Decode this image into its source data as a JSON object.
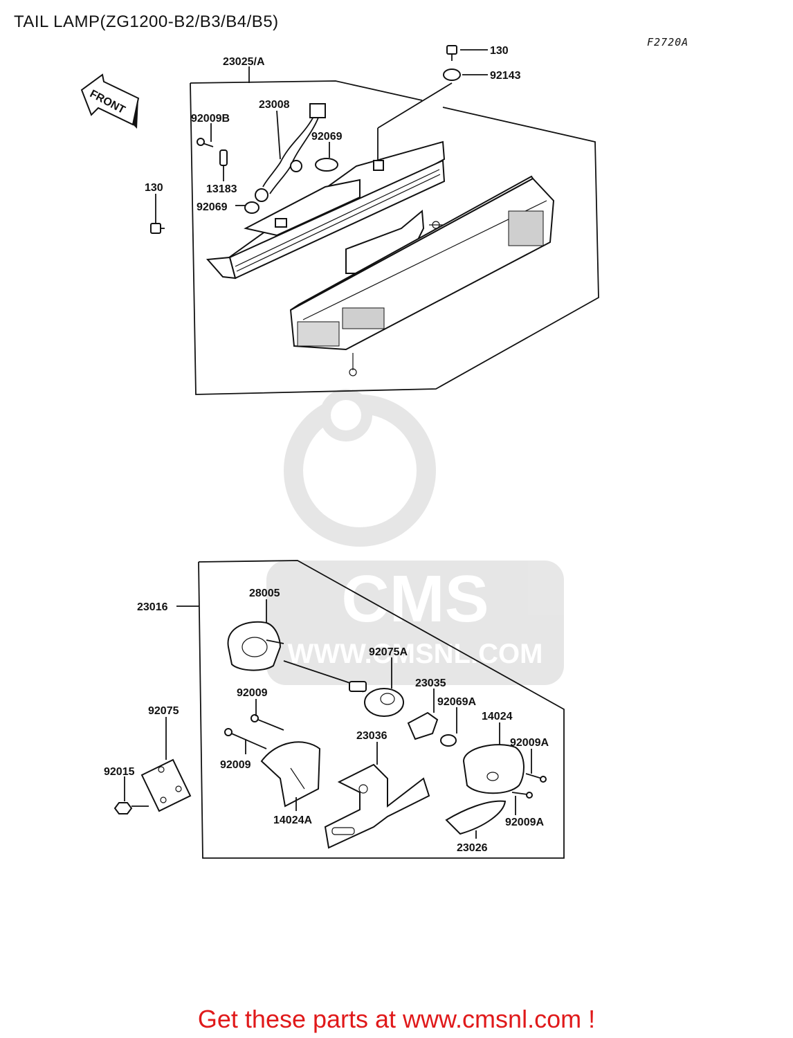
{
  "title": "TAIL LAMP(ZG1200-B2/B3/B4/B5)",
  "figure_code": "F2720A",
  "front_arrow_label": "FRONT",
  "watermark": {
    "brand": "CMS",
    "url": "WWW.CMSNL.COM"
  },
  "footer": "Get these parts at www.cmsnl.com !",
  "labels": {
    "l23025a": "23025/A",
    "l130_top": "130",
    "l92143": "92143",
    "l23008": "23008",
    "l92009b": "92009B",
    "l92069_a": "92069",
    "l130_left": "130",
    "l13183": "13183",
    "l92069_b": "92069",
    "l23016": "23016",
    "l28005": "28005",
    "l92075a": "92075A",
    "l23035": "23035",
    "l92069a": "92069A",
    "l14024": "14024",
    "l92009_a": "92009",
    "l92075": "92075",
    "l23036": "23036",
    "l92009a_a": "92009A",
    "l92009_b": "92009",
    "l92015": "92015",
    "l14024a": "14024A",
    "l92009a_b": "92009A",
    "l23026": "23026"
  }
}
